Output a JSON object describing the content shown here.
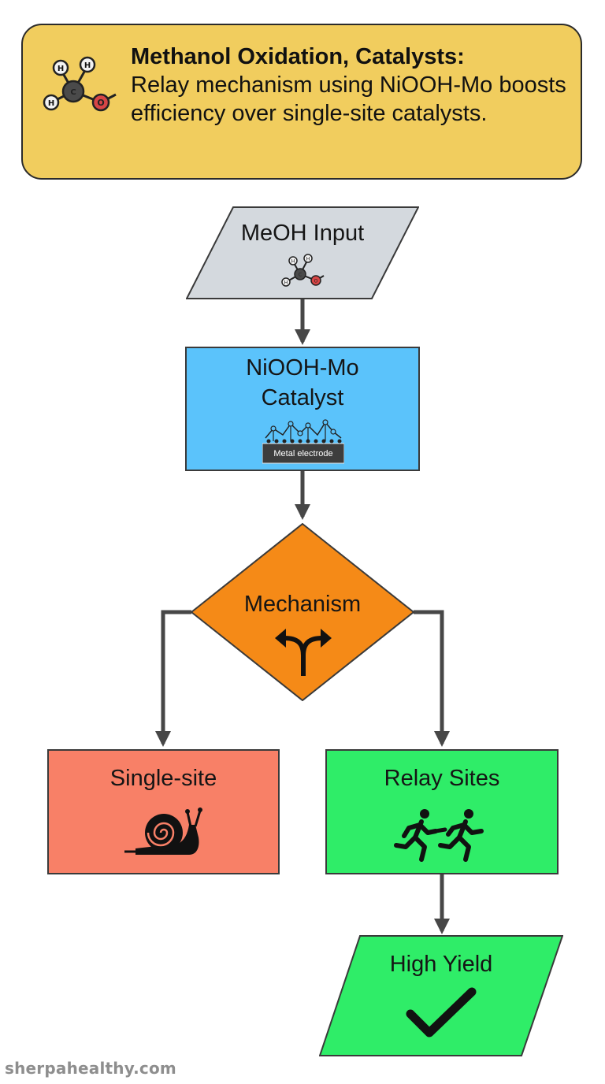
{
  "header": {
    "title": "Methanol Oxidation, Catalysts:",
    "body": "Relay mechanism using NiOOH-Mo boosts efficiency over single-site catalysts.",
    "icon": "methanol-molecule-icon",
    "molecule_atoms": [
      "H",
      "H",
      "H",
      "C",
      "O"
    ]
  },
  "nodes": {
    "input": {
      "label": "MeOH Input",
      "icon": "methanol-molecule-icon",
      "atoms": [
        "H",
        "H",
        "H",
        "C",
        "O"
      ]
    },
    "catalyst": {
      "label_line1": "NiOOH-Mo",
      "label_line2": "Catalyst",
      "icon": "catalyst-surface-icon",
      "icon_caption": "Metal electrode"
    },
    "mechanism": {
      "label": "Mechanism",
      "icon": "split-arrow-icon"
    },
    "single_site": {
      "label": "Single-site",
      "icon": "snail-icon"
    },
    "relay_sites": {
      "label": "Relay Sites",
      "icon": "relay-runners-icon"
    },
    "high_yield": {
      "label": "High Yield",
      "icon": "checkmark-icon"
    }
  },
  "watermark": "sherpahealthy.com",
  "colors": {
    "header_bg": "#f1cd5e",
    "input_bg": "#d4d9de",
    "catalyst_bg": "#5bc3fb",
    "mechanism_bg": "#f58a17",
    "single_site_bg": "#f88067",
    "relay_bg": "#2fed68",
    "yield_bg": "#2fed68",
    "connector": "#474747"
  }
}
